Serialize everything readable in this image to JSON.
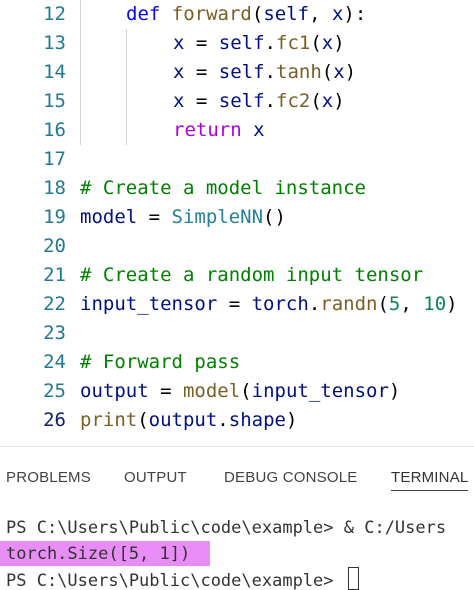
{
  "editor": {
    "lines": [
      {
        "num": "12",
        "tokens": [
          {
            "t": "def",
            "c": "kw"
          },
          {
            "t": " ",
            "c": "punc"
          },
          {
            "t": "forward",
            "c": "fn"
          },
          {
            "t": "(",
            "c": "punc"
          },
          {
            "t": "self",
            "c": "var"
          },
          {
            "t": ", ",
            "c": "punc"
          },
          {
            "t": "x",
            "c": "var"
          },
          {
            "t": "):",
            "c": "punc"
          }
        ]
      },
      {
        "num": "13",
        "tokens": [
          {
            "t": "x",
            "c": "var"
          },
          {
            "t": " = ",
            "c": "punc"
          },
          {
            "t": "self",
            "c": "var"
          },
          {
            "t": ".",
            "c": "punc"
          },
          {
            "t": "fc1",
            "c": "fn"
          },
          {
            "t": "(",
            "c": "punc"
          },
          {
            "t": "x",
            "c": "var"
          },
          {
            "t": ")",
            "c": "punc"
          }
        ]
      },
      {
        "num": "14",
        "tokens": [
          {
            "t": "x",
            "c": "var"
          },
          {
            "t": " = ",
            "c": "punc"
          },
          {
            "t": "self",
            "c": "var"
          },
          {
            "t": ".",
            "c": "punc"
          },
          {
            "t": "tanh",
            "c": "fn"
          },
          {
            "t": "(",
            "c": "punc"
          },
          {
            "t": "x",
            "c": "var"
          },
          {
            "t": ")",
            "c": "punc"
          }
        ]
      },
      {
        "num": "15",
        "tokens": [
          {
            "t": "x",
            "c": "var"
          },
          {
            "t": " = ",
            "c": "punc"
          },
          {
            "t": "self",
            "c": "var"
          },
          {
            "t": ".",
            "c": "punc"
          },
          {
            "t": "fc2",
            "c": "fn"
          },
          {
            "t": "(",
            "c": "punc"
          },
          {
            "t": "x",
            "c": "var"
          },
          {
            "t": ")",
            "c": "punc"
          }
        ]
      },
      {
        "num": "16",
        "tokens": [
          {
            "t": "return",
            "c": "flow"
          },
          {
            "t": " ",
            "c": "punc"
          },
          {
            "t": "x",
            "c": "var"
          }
        ]
      },
      {
        "num": "17",
        "tokens": []
      },
      {
        "num": "18",
        "tokens": [
          {
            "t": "# Create a model instance",
            "c": "com"
          }
        ]
      },
      {
        "num": "19",
        "tokens": [
          {
            "t": "model",
            "c": "var"
          },
          {
            "t": " = ",
            "c": "punc"
          },
          {
            "t": "SimpleNN",
            "c": "cls"
          },
          {
            "t": "()",
            "c": "punc"
          }
        ]
      },
      {
        "num": "20",
        "tokens": []
      },
      {
        "num": "21",
        "tokens": [
          {
            "t": "# Create a random input tensor",
            "c": "com"
          }
        ]
      },
      {
        "num": "22",
        "tokens": [
          {
            "t": "input_tensor",
            "c": "var"
          },
          {
            "t": " = ",
            "c": "punc"
          },
          {
            "t": "torch",
            "c": "var"
          },
          {
            "t": ".",
            "c": "punc"
          },
          {
            "t": "randn",
            "c": "fn"
          },
          {
            "t": "(",
            "c": "punc"
          },
          {
            "t": "5",
            "c": "num"
          },
          {
            "t": ", ",
            "c": "punc"
          },
          {
            "t": "10",
            "c": "num"
          },
          {
            "t": ")",
            "c": "punc"
          }
        ]
      },
      {
        "num": "23",
        "tokens": []
      },
      {
        "num": "24",
        "tokens": [
          {
            "t": "# Forward pass",
            "c": "com"
          }
        ]
      },
      {
        "num": "25",
        "tokens": [
          {
            "t": "output",
            "c": "var"
          },
          {
            "t": " = ",
            "c": "punc"
          },
          {
            "t": "model",
            "c": "fn"
          },
          {
            "t": "(",
            "c": "punc"
          },
          {
            "t": "input_tensor",
            "c": "var"
          },
          {
            "t": ")",
            "c": "punc"
          }
        ]
      },
      {
        "num": "26",
        "tokens": [
          {
            "t": "print",
            "c": "fn"
          },
          {
            "t": "(",
            "c": "punc"
          },
          {
            "t": "output",
            "c": "var"
          },
          {
            "t": ".",
            "c": "punc"
          },
          {
            "t": "shape",
            "c": "var"
          },
          {
            "t": ")",
            "c": "punc"
          }
        ]
      }
    ]
  },
  "panel": {
    "tabs": [
      "PROBLEMS",
      "OUTPUT",
      "DEBUG CONSOLE",
      "TERMINAL"
    ],
    "active_tab": "TERMINAL"
  },
  "terminal": {
    "lines": [
      "PS C:\\Users\\Public\\code\\example> & C:/Users",
      "torch.Size([5, 1])",
      "PS C:\\Users\\Public\\code\\example> "
    ]
  },
  "colors": {
    "highlight": "#e88df5",
    "line_number": "#237893",
    "keyword": "#0000ff",
    "comment": "#008000"
  }
}
